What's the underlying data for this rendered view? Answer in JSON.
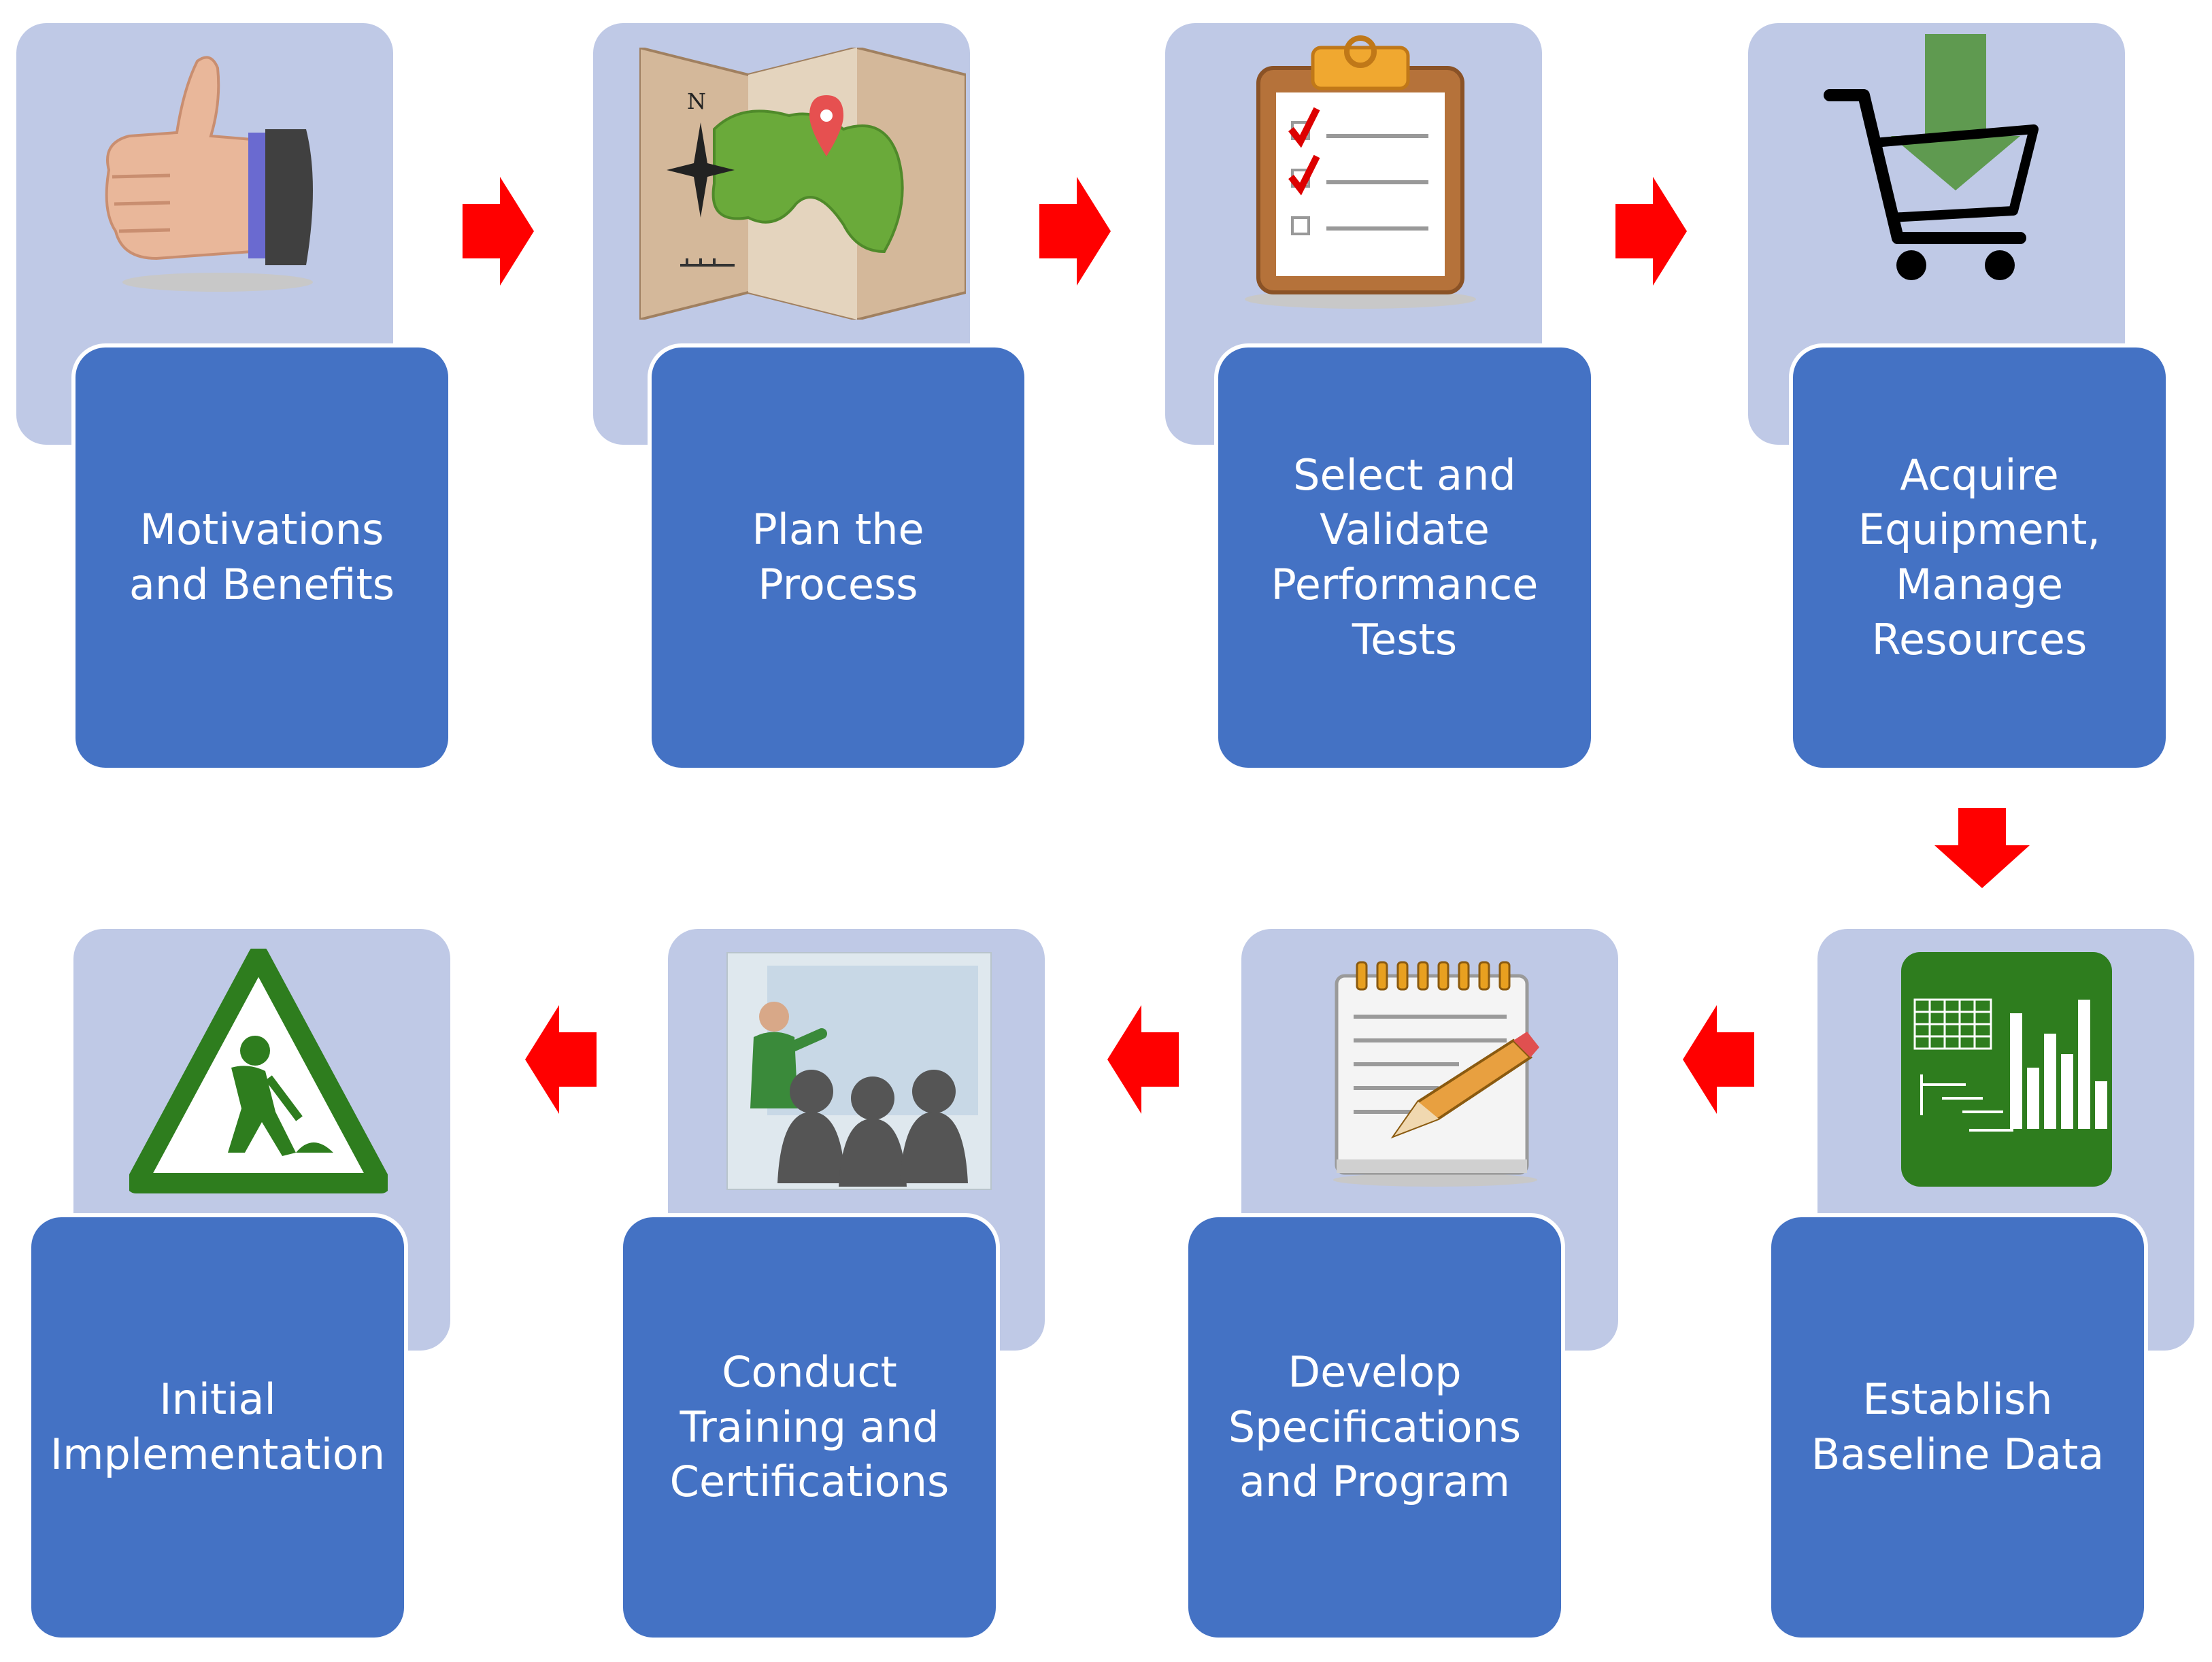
{
  "steps": [
    {
      "label": "Motivations\nand Benefits",
      "icon": "thumbs-up-icon"
    },
    {
      "label": "Plan the\nProcess",
      "icon": "map-icon"
    },
    {
      "label": "Select and\nValidate\nPerformance\nTests",
      "icon": "clipboard-checklist-icon"
    },
    {
      "label": "Acquire\nEquipment,\nManage\nResources",
      "icon": "shopping-cart-icon"
    },
    {
      "label": "Establish\nBaseline Data",
      "icon": "spreadsheet-chart-icon"
    },
    {
      "label": "Develop\nSpecifications\nand Program",
      "icon": "notepad-pencil-icon"
    },
    {
      "label": "Conduct\nTraining and\nCertifications",
      "icon": "presentation-icon"
    },
    {
      "label": "Initial\nImplementation",
      "icon": "construction-sign-icon"
    }
  ],
  "colors": {
    "icon_background": "#bfc9e6",
    "label_box": "#4472c4",
    "label_text": "#ffffff",
    "arrow": "#ff0000"
  },
  "map_compass_letter": "N"
}
